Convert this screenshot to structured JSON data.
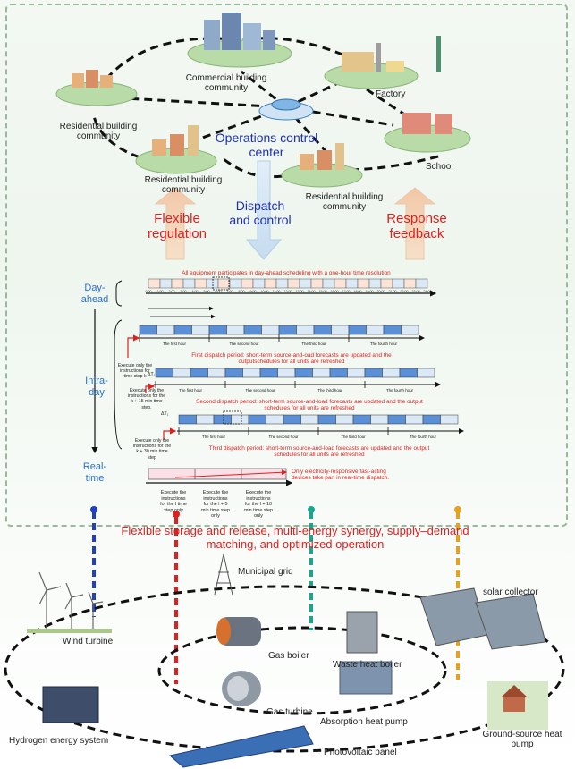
{
  "communities": {
    "commercial": "Commercial building\ncommunity",
    "factory": "Factory",
    "residential_left": "Residential building\ncommunity",
    "residential_mid": "Residential building\ncommunity",
    "residential_right": "Residential building\ncommunity",
    "school": "School"
  },
  "center": {
    "title": "Operations control\ncenter",
    "dispatch": "Dispatch\nand control",
    "flexible_regulation": "Flexible\nregulation",
    "response_feedback": "Response\nfeedback"
  },
  "timeline": {
    "day_ahead_label": "Day-\nahead",
    "intra_day_label": "Intra-\nday",
    "real_time_label": "Real-\ntime",
    "day_ahead_note": "All equipment participates in day-ahead scheduling with a one-hour time resolution",
    "hour_labels": [
      "The first hour",
      "The second hour",
      "The third hour",
      "The fourth hour"
    ],
    "first_dispatch": "First dispatch period: short-term source-and-oad forecasts are updated and the\noutputschedules for all units are refreshed",
    "second_dispatch": "Second dispatch period: short-term source-and-load forecasts are updated and the output\nschedules for all units are refreshed",
    "third_dispatch": "Third dispatch period: short-term source-and-load forecasts are updated and the output\nschedules for all units are refreshed",
    "exec_k": "Execute only the\ninstructions for\ntime step k",
    "exec_k15": "Execute only the\ninstructions for the\nk + 15 min time\nstep.",
    "exec_k30": "Execute only the\ninstructions for the\nk + 30 min time\nstep",
    "realtime_note": "Only electricity-responsive fast-acting\ndevices take part in real-time dispatch.",
    "exec_rt1": "Execute the\ninstructions\nfor the l time\nstep only",
    "exec_rt2": "Execute the\ninstructions\nfor the l + 5\nmin time step\nonly",
    "exec_rt3": "Execute the\ninstructions\nfor the l + 10\nmin time step\nonly",
    "delta_t": "ΔT₁",
    "day_ticks": [
      "0:00",
      "1:00",
      "2:00",
      "3:00",
      "4:00",
      "5:00",
      "6:00",
      "7:00",
      "8:00",
      "9:00",
      "10:00",
      "11:00",
      "12:00",
      "13:00",
      "14:00",
      "15:00",
      "16:00",
      "17:00",
      "18:00",
      "19:00",
      "20:00",
      "21:00",
      "22:00",
      "23:00",
      "24:00"
    ]
  },
  "synergy": "Flexible storage and release, multi-energy synergy, supply–demand\nmatching, and optimized operation",
  "assets": {
    "municipal_grid": "Municipal  grid",
    "solar_collector": "solar collector",
    "wind_turbine": "Wind turbine",
    "gas_boiler": "Gas boiler",
    "waste_heat_boiler": "Waste heat boiler",
    "gas_turbine": "Gas turbine",
    "absorption_heat_pump": "Absorption heat pump",
    "hydrogen": "Hydrogen energy system",
    "photovoltaic": "Photovoltaic panel",
    "ground_source": "Ground-source heat\npump"
  },
  "colors": {
    "red": "#e01f1f",
    "blue_text": "#1d2fb8",
    "timeline_blue": "#2a6fd0",
    "dashed_blue": "#1f3fc8",
    "dashed_red": "#e01f1f",
    "dashed_teal": "#1aa58e",
    "dashed_orange": "#e8a020"
  }
}
